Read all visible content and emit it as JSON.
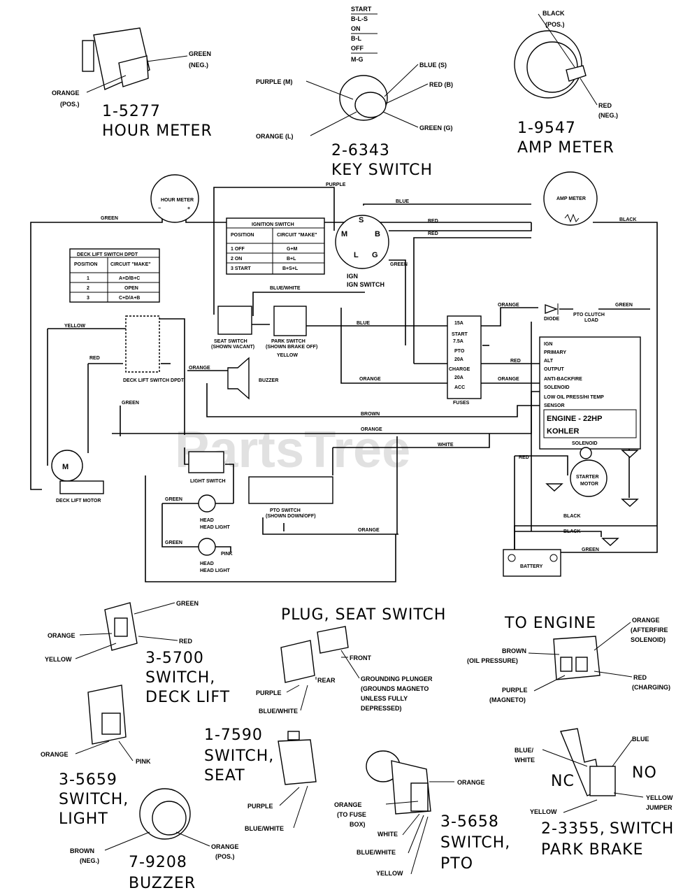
{
  "watermark": "PartsTree",
  "components": {
    "hour_meter": {
      "part": "1-5277",
      "name": "HOUR METER",
      "green": "GREEN",
      "neg": "(NEG.)",
      "orange": "ORANGE",
      "pos": "(POS.)"
    },
    "key_switch": {
      "part": "2-6343",
      "name": "KEY SWITCH",
      "purple": "PURPLE (M)",
      "orange": "ORANGE (L)",
      "blue": "BLUE (S)",
      "red": "RED (B)",
      "green": "GREEN (G)",
      "legend": [
        "START",
        "B-L-S",
        "ON",
        "B-L",
        "OFF",
        "M-G"
      ]
    },
    "amp_meter": {
      "part": "1-9547",
      "name": "AMP METER",
      "black": "BLACK",
      "pos": "(POS.)",
      "red": "RED",
      "neg": "(NEG.)"
    },
    "deck_lift_switch": {
      "part": "3-5700",
      "line1": "SWITCH,",
      "line2": "DECK LIFT",
      "green": "GREEN",
      "orange": "ORANGE",
      "red": "RED",
      "yellow": "YELLOW"
    },
    "light_switch": {
      "part": "3-5659",
      "line1": "SWITCH,",
      "line2": "LIGHT",
      "orange": "ORANGE",
      "pink": "PINK"
    },
    "buzzer": {
      "part": "7-9208",
      "name": "BUZZER",
      "brown": "BROWN",
      "neg": "(NEG.)",
      "orange": "ORANGE",
      "pos": "(POS.)"
    },
    "seat_plug": {
      "title": "PLUG, SEAT SWITCH",
      "front": "FRONT",
      "rear": "REAR",
      "purple": "PURPLE",
      "blue_white": "BLUE/WHITE",
      "plunger": [
        "GROUNDING PLUNGER",
        "(GROUNDS MAGNETO",
        "UNLESS FULLY",
        "DEPRESSED)"
      ]
    },
    "seat_switch": {
      "part": "1-7590",
      "line1": "SWITCH,",
      "line2": "SEAT",
      "purple": "PURPLE",
      "blue_white": "BLUE/WHITE"
    },
    "pto_switch": {
      "part": "3-5658",
      "line1": "SWITCH,",
      "line2": "PTO",
      "orange": "ORANGE",
      "orange_fuse": "ORANGE",
      "to_fuse": "(TO FUSE",
      "box": "BOX)",
      "white": "WHITE",
      "blue_white": "BLUE/WHITE",
      "yellow": "YELLOW"
    },
    "to_engine": {
      "title": "TO ENGINE",
      "orange": "ORANGE",
      "afterfire": "(AFTERFIRE",
      "solenoid": "SOLENOID)",
      "brown": "BROWN",
      "oil": "(OIL PRESSURE)",
      "purple": "PURPLE",
      "magneto": "(MAGNETO)",
      "red": "RED",
      "charging": "(CHARGING)"
    },
    "park_brake": {
      "part": "2-3355,",
      "line1": "SWITCH",
      "line2": "PARK BRAKE",
      "blue": "BLUE",
      "blue_white1": "BLUE/",
      "blue_white2": "WHITE",
      "nc": "NC",
      "no": "NO",
      "yellow": "YELLOW",
      "yellow_j1": "YELLOW",
      "yellow_j2": "JUMPER"
    }
  },
  "schematic": {
    "hour_meter": "HOUR METER",
    "amp_meter": "AMP METER",
    "ign_switch": "IGN SWITCH",
    "ignition_table": {
      "title": "IGNITION SWITCH",
      "headers": [
        "POSITION",
        "CIRCUIT \"MAKE\""
      ],
      "rows": [
        [
          "1   OFF",
          "G+M"
        ],
        [
          "2   ON",
          "B+L"
        ],
        [
          "3   START",
          "B+S+L"
        ]
      ]
    },
    "deck_table": {
      "title": "DECK LIFT SWITCH DPDT",
      "headers": [
        "POSITION",
        "CIRCUIT \"MAKE\""
      ],
      "rows": [
        [
          "1",
          "A+D/B+C"
        ],
        [
          "2",
          "OPEN"
        ],
        [
          "3",
          "C+D/A+B"
        ]
      ]
    },
    "deck_switch": "DECK LIFT SWITCH DPDT",
    "deck_motor": "DECK LIFT MOTOR",
    "seat_switch": "SEAT SWITCH",
    "seat_note": "(SHOWN VACANT)",
    "park_switch": "PARK SWITCH",
    "park_note": "(SHOWN BRAKE OFF)",
    "buzzer": "BUZZER",
    "light_switch": "LIGHT SWITCH",
    "head_light": "HEAD LIGHT",
    "pto_switch": "PTO SWITCH",
    "pto_note": "(SHOWN DOWN/OFF)",
    "fuses": "FUSES",
    "fuse_labels": [
      "15A",
      "START",
      "7.5A",
      "PTO",
      "20A",
      "CHARGE",
      "20A",
      "ACC"
    ],
    "diode": "DIODE",
    "pto_clutch": "PTO CLUTCH LOAD",
    "engine_pins": [
      "IGN",
      "PRIMARY",
      "ALT",
      "OUTPUT",
      "ANTI-BACKFIRE",
      "SOLENOID",
      "LOW OIL PRESS/HI TEMP",
      "SENSOR"
    ],
    "engine": "ENGINE - 22HP",
    "kohler": "KOHLER",
    "solenoid": "SOLENOID",
    "starter": "STARTER MOTOR",
    "battery": "BATTERY",
    "wires": {
      "purple": "PURPLE",
      "blue": "BLUE",
      "red": "RED",
      "black": "BLACK",
      "green": "GREEN",
      "yellow": "YELLOW",
      "blue_white": "BLUE/WHITE",
      "orange": "ORANGE",
      "brown": "BROWN",
      "white": "WHITE",
      "pink": "PINK"
    }
  }
}
